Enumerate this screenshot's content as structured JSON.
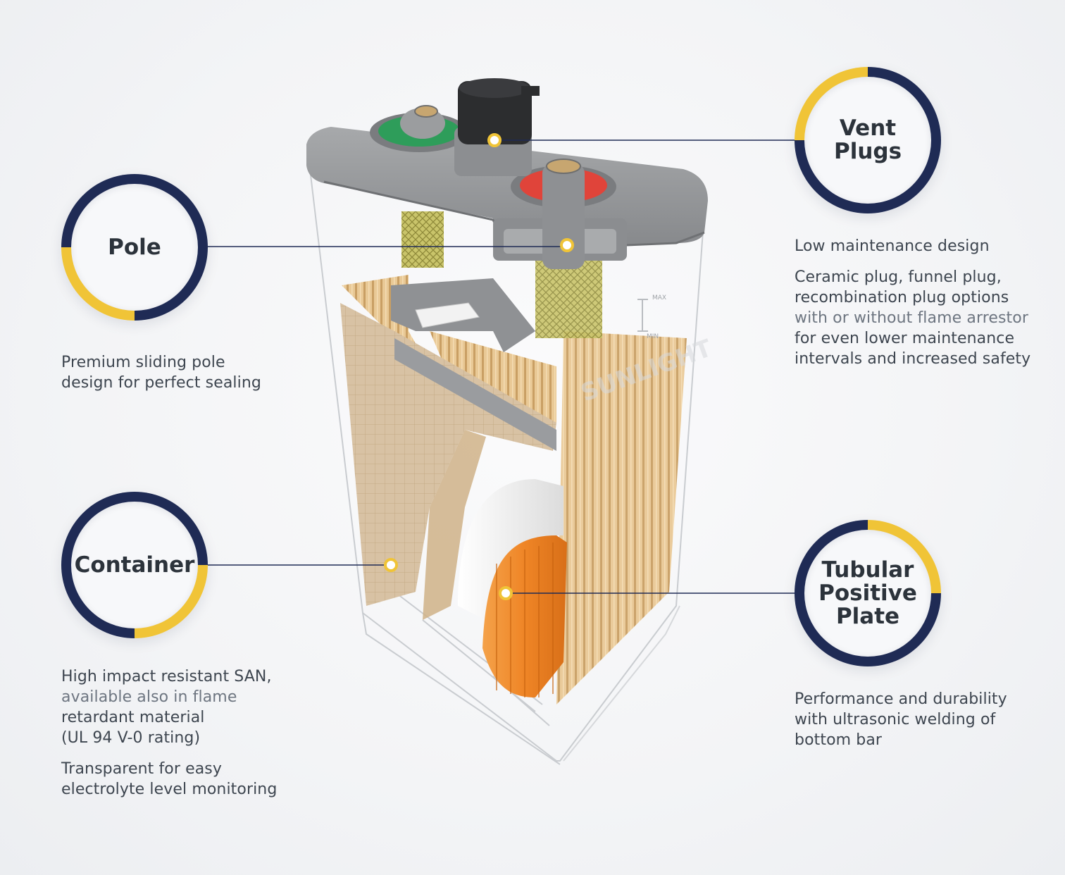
{
  "colors": {
    "navy": "#1f2b55",
    "yellow": "#f0c437",
    "green_terminal": "#2e9d5a",
    "red_terminal": "#e0443a",
    "orange_tubes": "#ef8a2c"
  },
  "callouts": {
    "pole": {
      "title": "Pole",
      "description": [
        "Premium sliding pole\ndesign for perfect sealing"
      ]
    },
    "container": {
      "title": "Container",
      "description_a": "High impact resistant SAN,",
      "description_b": "available also in flame",
      "description_c": "retardant material\n(UL 94 V-0 rating)",
      "description_d": "Transparent for easy\nelectrolyte level monitoring"
    },
    "vent_plugs": {
      "title": "Vent\nPlugs",
      "description_a": "Low maintenance design",
      "description_b": "Ceramic plug, funnel plug,\nrecombination plug options",
      "description_c": "with or without flame arrestor",
      "description_d": "for even lower maintenance\nintervals and increased safety"
    },
    "tubular_plate": {
      "title": "Tubular\nPositive\nPlate",
      "description": "Performance and durability\nwith ultrasonic welding of\nbottom bar"
    }
  },
  "battery_labels": {
    "brand": "SUNLIGHT",
    "max": "MAX",
    "min": "MIN"
  }
}
